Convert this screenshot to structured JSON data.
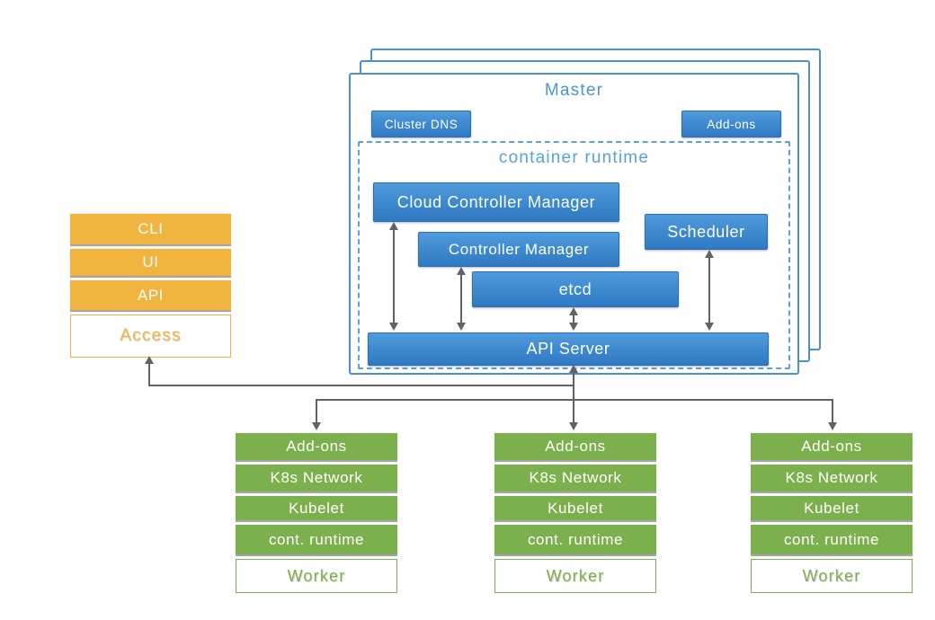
{
  "master": {
    "title": "Master",
    "cluster_dns": "Cluster DNS",
    "add_ons": "Add-ons",
    "container_runtime_title": "container runtime",
    "cloud_controller_manager": "Cloud Controller Manager",
    "controller_manager": "Controller Manager",
    "etcd": "etcd",
    "scheduler": "Scheduler",
    "api_server": "API Server"
  },
  "access_stack": {
    "cli": "CLI",
    "ui": "UI",
    "api": "API",
    "label": "Access"
  },
  "workers": [
    {
      "add_ons": "Add-ons",
      "k8s_network": "K8s Network",
      "kubelet": "Kubelet",
      "cont_runtime": "cont. runtime",
      "label": "Worker"
    },
    {
      "add_ons": "Add-ons",
      "k8s_network": "K8s Network",
      "kubelet": "Kubelet",
      "cont_runtime": "cont. runtime",
      "label": "Worker"
    },
    {
      "add_ons": "Add-ons",
      "k8s_network": "K8s Network",
      "kubelet": "Kubelet",
      "cont_runtime": "cont. runtime",
      "label": "Worker"
    }
  ],
  "connections": [
    "Cloud Controller Manager <-> API Server",
    "Controller Manager <-> API Server",
    "etcd <-> API Server",
    "Scheduler <-> API Server",
    "API Server -> Access",
    "API Server -> Worker 1",
    "API Server -> Worker 2",
    "API Server -> Worker 3"
  ],
  "colors": {
    "blue_box_top": "#4f9bdc",
    "blue_box_bottom": "#2e79c2",
    "blue_border": "#4a90d2",
    "master_title_text": "#4a94d9",
    "runtime_title_text": "#55a3dd",
    "orange": "#f0b43f",
    "green": "#7cb04d",
    "arrow_gray": "#5f6368"
  }
}
